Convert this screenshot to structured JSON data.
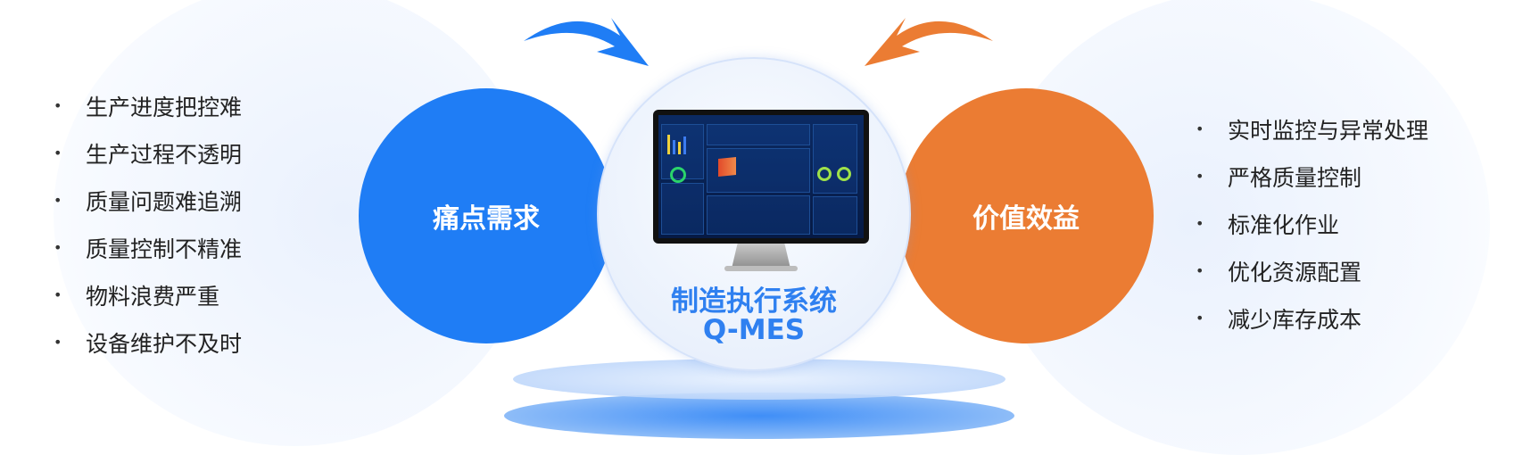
{
  "pain_points": {
    "title": "痛点需求",
    "items": [
      "生产进度把控难",
      "生产过程不透明",
      "质量问题难追溯",
      "质量控制不精准",
      "物料浪费严重",
      "设备维护不及时"
    ]
  },
  "benefits": {
    "title": "价值效益",
    "items": [
      "实时监控与异常处理",
      "严格质量控制",
      "标准化作业",
      "优化资源配置",
      "减少库存成本"
    ]
  },
  "center": {
    "title_line1": "制造执行系统",
    "title_line2": "Q-MES"
  },
  "colors": {
    "blue": "#1f7df5",
    "orange": "#eb7c33"
  }
}
